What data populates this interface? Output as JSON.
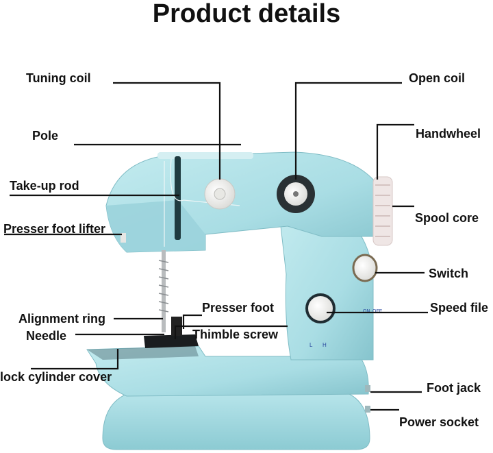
{
  "title": "Product details",
  "labels": {
    "tuning_coil": "Tuning coil",
    "open_coil": "Open coil",
    "pole": "Pole",
    "handwheel": "Handwheel",
    "take_up_rod": "Take-up rod",
    "presser_foot_lifter": "Presser foot lifter",
    "spool_core": "Spool core",
    "switch": "Switch",
    "presser_foot": "Presser foot",
    "speed_file": "Speed file",
    "alignment_ring": "Alignment ring",
    "needle": "Needle",
    "thimble_screw": "Thimble screw",
    "lock_cylinder_cover": "lock cylinder cover",
    "foot_jack": "Foot jack",
    "power_socket": "Power socket"
  },
  "machine_markings": {
    "on": "ON",
    "off": "OFF",
    "low": "L",
    "high": "H"
  },
  "colors": {
    "body": "#a9dde4",
    "body_shade": "#84c3cc",
    "white_part": "#f3f3f1",
    "dark": "#1f2d33"
  }
}
